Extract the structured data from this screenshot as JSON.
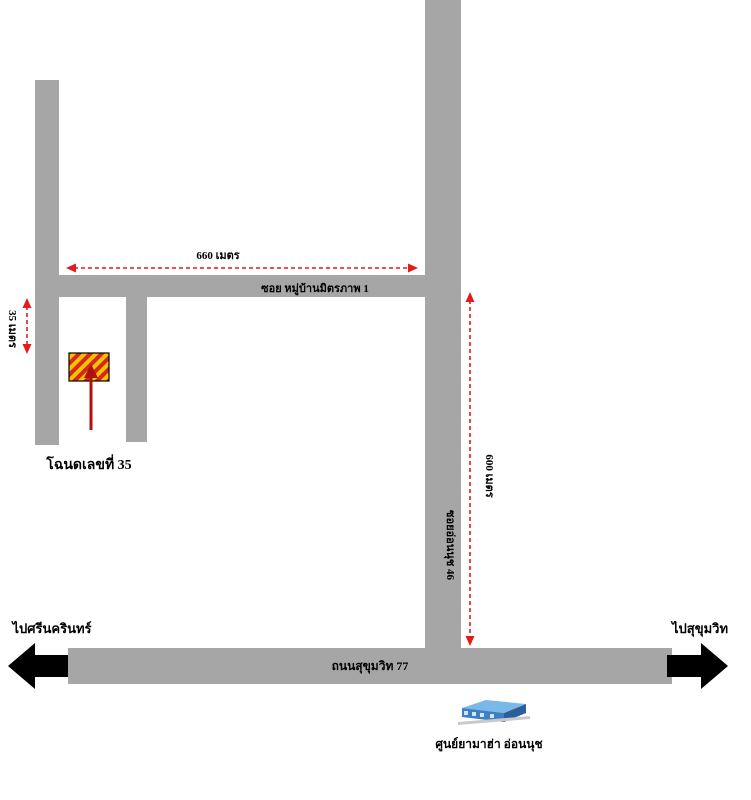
{
  "labels": {
    "soi_main": "ซอย หมู่บ้านมิตรภาพ 1",
    "dist_660": "660 เมตร",
    "dist_35": "35 เมตร",
    "dist_600": "600 เมตร",
    "soi_onnut": "ซอยอ่อนนุช 46",
    "deed": "โฉนดเลขที่ 35",
    "to_srinakarin": "ไปศรีนครินทร์",
    "to_sukhumvit": "ไปสุขุมวิท",
    "sukhumvit_road": "ถนนสุขุมวิท 77",
    "yamaha_center": "ศูนย์ยามาฮ่า อ่อนนุช"
  },
  "colors": {
    "road": "#a6a6a6",
    "dimension": "#e41a1c",
    "plot_fill": "#f2c500",
    "plot_stripe": "#d7261e",
    "pointer": "#b01010",
    "direction_arrow": "#000000"
  },
  "icons": {
    "plot": "hatched-plot-icon",
    "pointer": "up-arrow-icon",
    "left_arrow": "left-arrow-icon",
    "right_arrow": "right-arrow-icon",
    "building": "building-icon"
  }
}
